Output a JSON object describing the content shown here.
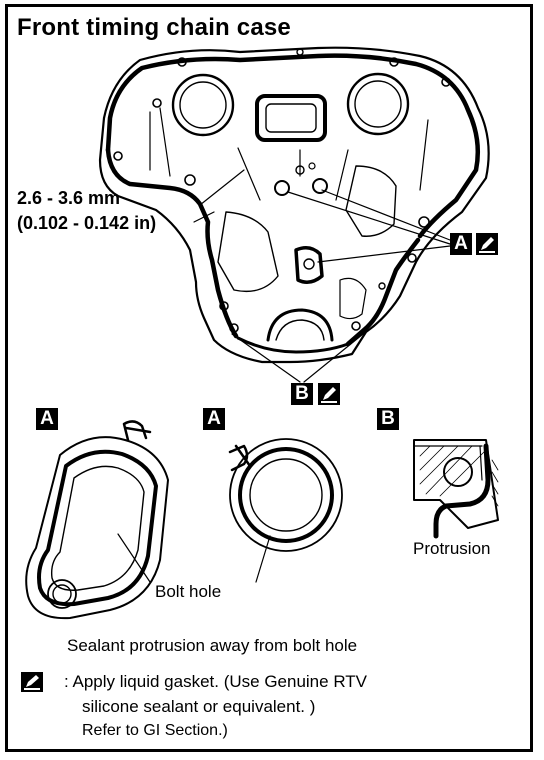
{
  "title": "Front  timing chain case",
  "dimension": {
    "metric": "2.6 - 3.6 mm",
    "imperial": "(0.102 - 0.142 in)"
  },
  "callouts": {
    "upper": "A",
    "lower": "B"
  },
  "details": [
    {
      "label": "A",
      "text": "Bolt hole"
    },
    {
      "label": "A",
      "text": ""
    },
    {
      "label": "B",
      "text": "Protrusion"
    }
  ],
  "caption": "Sealant protrusion away from bolt  hole",
  "legend": {
    "icon": "liquid-gasket-icon",
    "line1": ": Apply liquid gasket. (Use Genuine RTV",
    "line2": "silicone sealant or equivalent.  )",
    "line3": "Refer to GI Section.)"
  }
}
